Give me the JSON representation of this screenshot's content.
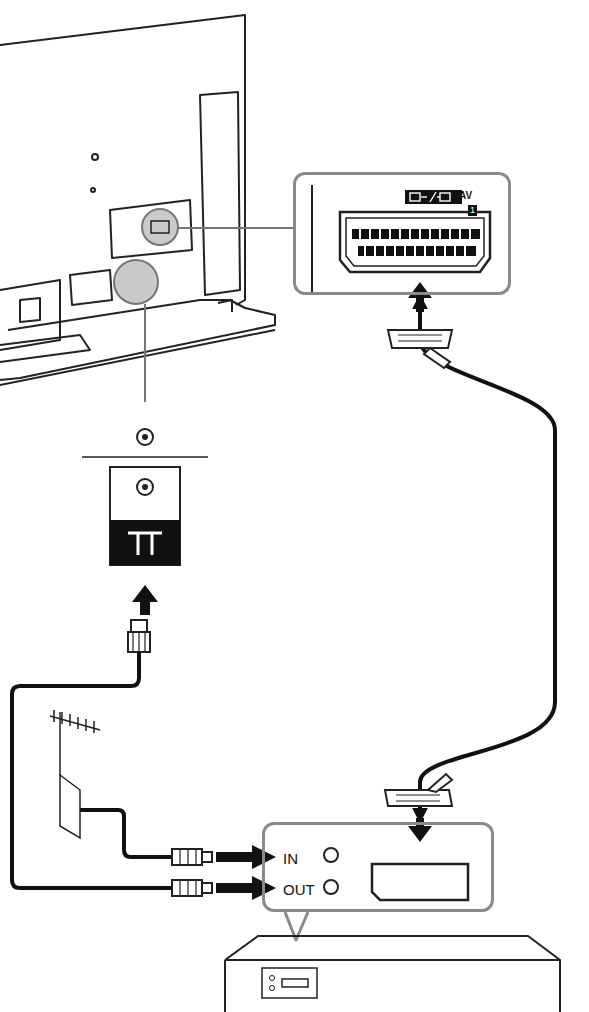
{
  "diagram": {
    "nodes": [
      {
        "text": [
          "AV",
          "1"
        ]
      },
      {
        "text": [
          "IN",
          "OUT"
        ]
      }
    ],
    "edges": [
      {
        "from": 1,
        "to": 0,
        "arrow": "both"
      }
    ]
  }
}
